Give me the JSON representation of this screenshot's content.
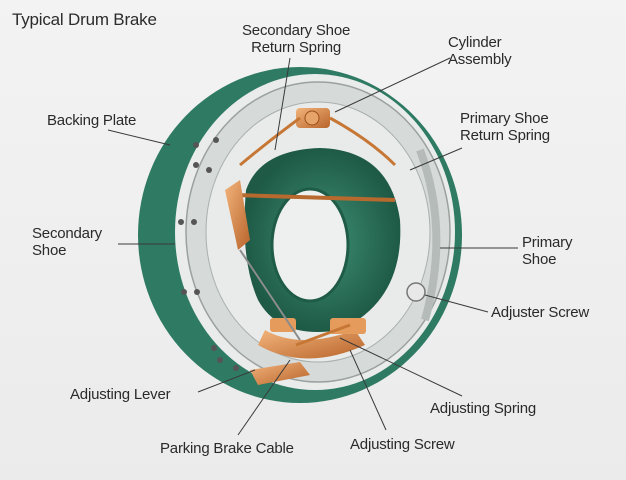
{
  "title": "Typical Drum Brake",
  "labels": {
    "secondary_shoe_return_spring": "Secondary Shoe\nReturn Spring",
    "cylinder_assembly": "Cylinder\nAssembly",
    "backing_plate": "Backing Plate",
    "primary_shoe_return_spring": "Primary Shoe\nReturn Spring",
    "secondary_shoe": "Secondary\nShoe",
    "primary_shoe": "Primary\nShoe",
    "adjuster_screw": "Adjuster Screw",
    "adjusting_lever": "Adjusting Lever",
    "adjusting_spring": "Adjusting Spring",
    "parking_brake_cable": "Parking Brake Cable",
    "adjusting_screw": "Adjusting Screw"
  },
  "colors": {
    "backing_plate_green": "#2e7a62",
    "dark_green": "#1f5c48",
    "copper": "#d8884a",
    "shoe_grey": "#cfd3d2"
  }
}
